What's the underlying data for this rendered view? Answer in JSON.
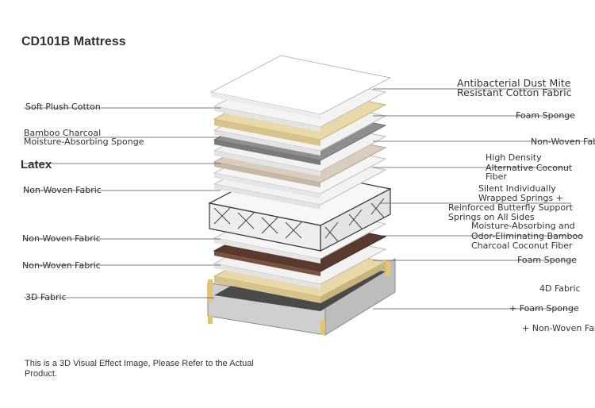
{
  "title": "CD101B Mattress",
  "disclaimer": "This is a 3D Visual Effect Image, Please Refer to the Actual Product.",
  "left_labels": {
    "soft_plush_cotton": "Soft Plush Cotton",
    "bamboo_1": "Bamboo Charcoal",
    "bamboo_2": "Moisture-Absorbing Sponge",
    "latex": "Latex",
    "nonwoven_1": "Non-Woven Fabric",
    "nonwoven_2": "Non-Woven Fabric",
    "nonwoven_3": "Non-Woven Fabric",
    "fabric_3d": "3D Fabric"
  },
  "right_labels": {
    "antibacterial_1": "Antibacterial Dust Mite",
    "antibacterial_2": "Resistant Cotton Fabric",
    "foam_sponge_1": "Foam Sponge",
    "nonwoven": "Non-Woven Fab",
    "density_1": "High Density",
    "density_2": "Alternative Coconut",
    "density_3": "Fiber",
    "springs_1": "Silent Individually",
    "springs_2": "Wrapped Springs +",
    "springs_3": "Reinforced Butterfly Support",
    "springs_4": "Springs on All Sides",
    "moisture_1": "Moisture-Absorbing and",
    "moisture_2": "Odor-Eliminating Bamboo",
    "moisture_3": "Charcoal Coconut Fiber",
    "foam_sponge_2": "Foam Sponge",
    "fabric_4d": "4D Fabric",
    "plus_foam": "+ Foam Sponge",
    "plus_nonwoven": "+ Non-Woven Fab"
  },
  "colors": {
    "white_layer": "#f2f2f2",
    "cream_layer": "#e9d9a8",
    "gray_layer": "#8e8e8e",
    "latex_layer": "#d9cdbd",
    "brown_layer": "#5a3a2e",
    "base_dark": "#4a4a4a",
    "base_side": "#c9c9c9",
    "leader_line": "#555555"
  }
}
